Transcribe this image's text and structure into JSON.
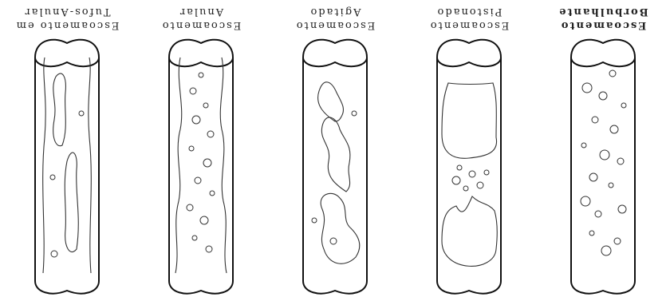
{
  "figure": {
    "panels": [
      {
        "id": "bubbly",
        "lines": [
          "Escoamento",
          "Borbulhante"
        ]
      },
      {
        "id": "slug",
        "lines": [
          "Escoamento",
          "Pistonado"
        ]
      },
      {
        "id": "churn",
        "lines": [
          "Escoamento",
          "Agitado"
        ]
      },
      {
        "id": "annular",
        "lines": [
          "Escoamento",
          "Anular"
        ]
      },
      {
        "id": "tubo",
        "lines": [
          "Escoamento em",
          "Tufos-Anular"
        ]
      }
    ]
  }
}
